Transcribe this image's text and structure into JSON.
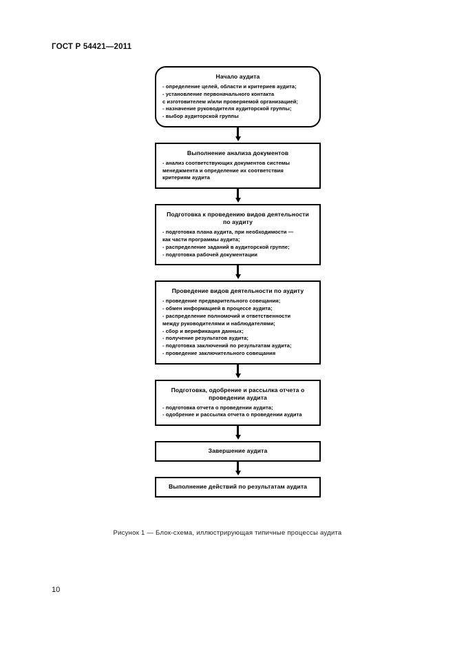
{
  "document": {
    "standard_header": "ГОСТ Р 54421—2011",
    "page_number": "10"
  },
  "figure": {
    "caption": "Рисунок  1 — Блок-схема, иллюстрирующая типичные процессы аудита",
    "nodes": [
      {
        "shape": "rounded-rectangle",
        "title": "Начало аудита",
        "items": [
          "- определение целей, области и критериев аудита;",
          "- установление первоначального контакта\nс изготовителем и/или проверяемой организацией;",
          "- назначение руководителя аудиторской группы;",
          "- выбор аудиторской группы"
        ]
      },
      {
        "shape": "rectangle",
        "title": "Выполнение анализа документов",
        "items": [
          "- анализ соответствующих документов системы\nменеджмента и определение их соответствия\nкритериям аудита"
        ]
      },
      {
        "shape": "rectangle",
        "title": "Подготовка к проведению видов\nдеятельности по аудиту",
        "items": [
          "- подготовка плана аудита, при необходимости —\nкак части программы аудита;",
          "- распределение заданий в аудиторской группе;",
          "- подготовка рабочей документации"
        ]
      },
      {
        "shape": "rectangle",
        "title": "Проведение видов деятельности\nпо аудиту",
        "items": [
          "- проведение предварительного совещания;",
          "- обмен информацией в процессе аудита;",
          "- распределение полномочий и ответственности\nмежду руководителями и наблюдателями;",
          "- сбор и верификация данных;",
          "- получение результатов аудита;",
          "- подготовка заключений по результатам аудита;",
          "- проведение заключительного совещания"
        ]
      },
      {
        "shape": "rectangle",
        "title": "Подготовка, одобрение и рассылка\nотчета о проведении аудита",
        "items": [
          "- подготовка отчета о проведении аудита;",
          "- одобрение и рассылка отчета о проведении аудита"
        ]
      },
      {
        "shape": "rectangle",
        "title": "Завершение аудита",
        "items": []
      },
      {
        "shape": "rectangle",
        "title": "Выполнение действий\nпо результатам аудита",
        "items": []
      }
    ]
  }
}
